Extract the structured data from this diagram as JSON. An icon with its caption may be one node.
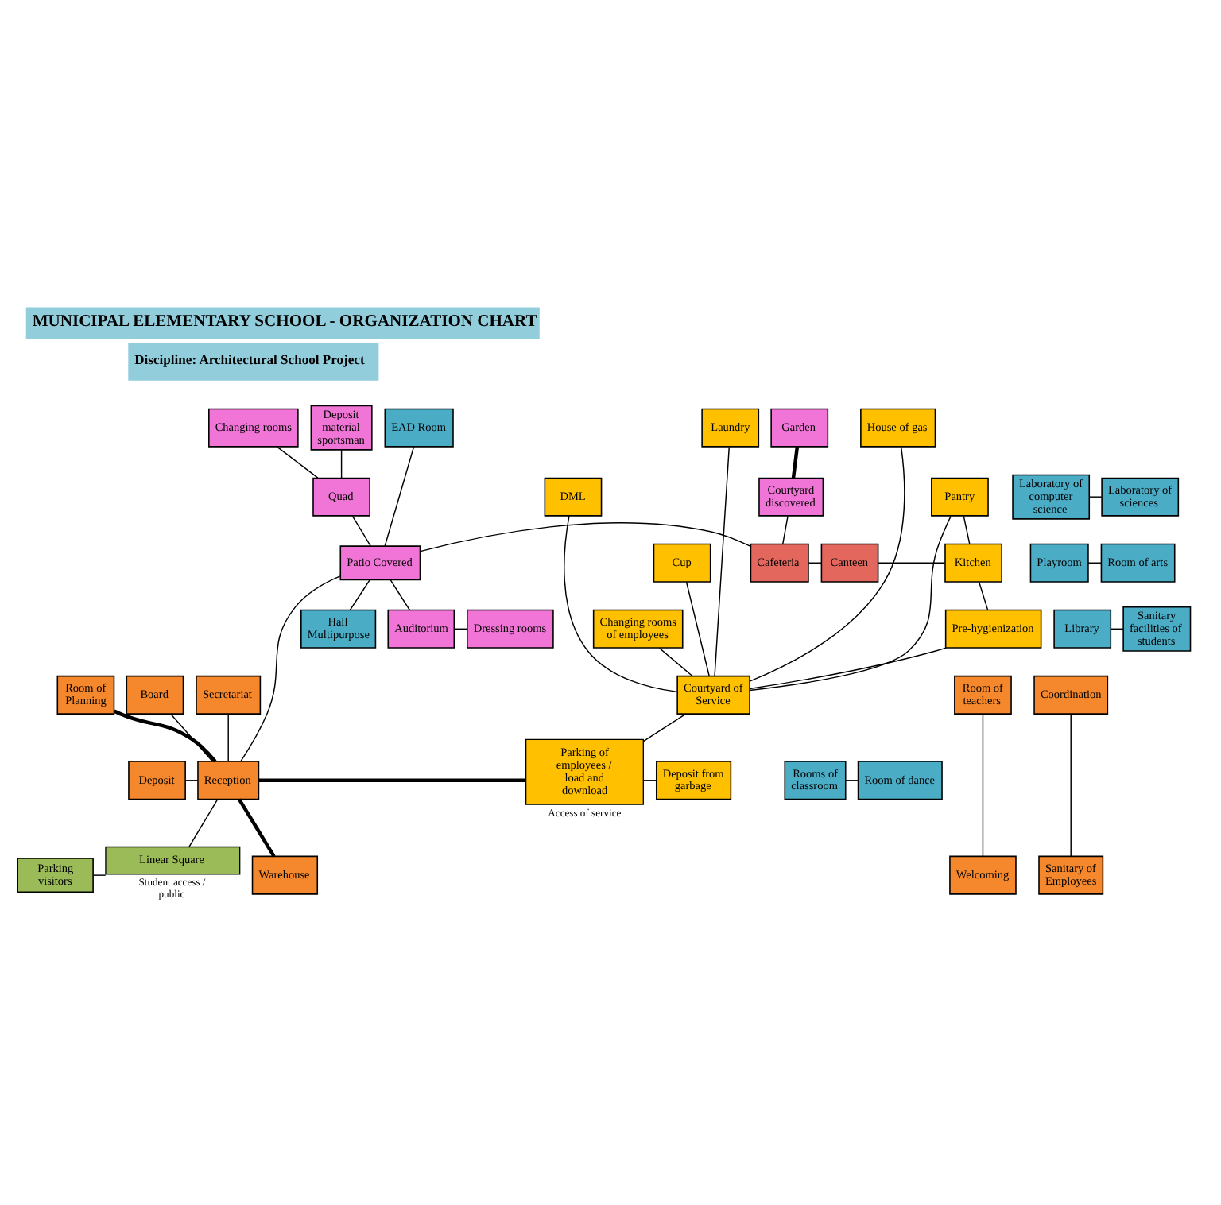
{
  "diagram": {
    "title": "MUNICIPAL ELEMENTARY SCHOOL - ORGANIZATION CHART",
    "nodes": [
      {
        "text": [
          "Deposit material sportsman"
        ]
      },
      {
        "text": [
          "EAD Room"
        ]
      },
      {
        "text": [
          "Garden"
        ]
      },
      {
        "text": [
          "Laboratory of computer science"
        ]
      },
      {
        "text": [
          "Laboratory of sciences"
        ]
      },
      {
        "text": [
          "Changing rooms"
        ]
      },
      {
        "text": [
          "Laundry"
        ]
      },
      {
        "text": [
          "House of gas"
        ]
      },
      {
        "text": [
          "Courtyard discovered"
        ]
      },
      {
        "text": [
          "Playroom"
        ]
      },
      {
        "text": [
          "Room of arts"
        ]
      },
      {
        "text": [
          "Quad"
        ]
      },
      {
        "text": [
          "Pantry"
        ]
      },
      {
        "text": [
          "DML"
        ]
      },
      {
        "text": [
          "Library"
        ]
      },
      {
        "text": [
          "Sanitary facilities of students"
        ]
      },
      {
        "text": [
          "Cafeteria"
        ]
      },
      {
        "text": [
          "Canteen"
        ]
      },
      {
        "text": [
          "Kitchen"
        ]
      },
      {
        "text": [
          "Cup"
        ]
      },
      {
        "text": [
          "Patio Covered"
        ]
      },
      {
        "text": [
          "Rooms of classroom"
        ]
      },
      {
        "text": [
          "Room of dance"
        ]
      },
      {
        "text": [
          "Pre-hygienization"
        ]
      },
      {
        "text": [
          "Changing rooms of employees"
        ]
      },
      {
        "text": [
          "Hall Multipurpose"
        ]
      },
      {
        "text": [
          "Auditorium"
        ]
      },
      {
        "text": [
          "Dressing rooms"
        ]
      },
      {
        "text": [
          "Courtyard of Service"
        ]
      },
      {
        "text": [
          "Room of Planning"
        ]
      },
      {
        "text": [
          "Room of teachers"
        ]
      },
      {
        "text": [
          "Coordination"
        ]
      },
      {
        "text": [
          "Board"
        ]
      },
      {
        "text": [
          "Secretariat"
        ]
      },
      {
        "text": [
          "Parking of employees / load and download"
        ],
        "beside": [
          "Access of service"
        ]
      },
      {
        "text": [
          "Deposit from garbage"
        ]
      },
      {
        "text": [
          "Deposit"
        ]
      },
      {
        "text": [
          "Reception"
        ]
      },
      {
        "text": [
          "Warehouse"
        ]
      },
      {
        "text": [
          "Welcoming"
        ]
      },
      {
        "text": [
          "Sanitary of Employees"
        ]
      },
      {
        "text": [
          "Parking visitors"
        ]
      },
      {
        "text": [
          "Linear Square"
        ],
        "beside": [
          "Student access / public"
        ]
      }
    ],
    "edges": [
      {
        "from": 1,
        "to": 20,
        "arrow": "none"
      },
      {
        "from": 25,
        "to": 20,
        "arrow": "none"
      },
      {
        "from": 3,
        "to": 4,
        "arrow": "none"
      },
      {
        "from": 9,
        "to": 10,
        "arrow": "none"
      },
      {
        "from": 14,
        "to": 15,
        "arrow": "none"
      },
      {
        "from": 21,
        "to": 22,
        "arrow": "none"
      },
      {
        "from": 0,
        "to": 11,
        "arrow": "none"
      },
      {
        "from": 5,
        "to": 11,
        "arrow": "none"
      },
      {
        "from": 11,
        "to": 20,
        "arrow": "none"
      },
      {
        "from": 2,
        "to": 8,
        "arrow": "none",
        "style": "thick"
      },
      {
        "from": 8,
        "to": 16,
        "arrow": "none"
      },
      {
        "from": 20,
        "to": 16,
        "arrow": "none"
      },
      {
        "from": 16,
        "to": 17,
        "arrow": "none"
      },
      {
        "from": 17,
        "to": 18,
        "arrow": "none"
      },
      {
        "from": 12,
        "to": 18,
        "arrow": "none"
      },
      {
        "from": 18,
        "to": 23,
        "arrow": "none"
      },
      {
        "from": 6,
        "to": 28,
        "arrow": "none"
      },
      {
        "from": 7,
        "to": 28,
        "arrow": "none"
      },
      {
        "from": 12,
        "to": 28,
        "arrow": "none"
      },
      {
        "from": 13,
        "to": 28,
        "arrow": "none"
      },
      {
        "from": 19,
        "to": 28,
        "arrow": "none"
      },
      {
        "from": 24,
        "to": 28,
        "arrow": "none"
      },
      {
        "from": 23,
        "to": 28,
        "arrow": "none"
      },
      {
        "from": 20,
        "to": 26,
        "arrow": "none"
      },
      {
        "from": 26,
        "to": 27,
        "arrow": "none"
      },
      {
        "from": 20,
        "to": 37,
        "arrow": "none"
      },
      {
        "from": 28,
        "to": 34,
        "arrow": "none"
      },
      {
        "from": 34,
        "to": 35,
        "arrow": "none"
      },
      {
        "from": 37,
        "to": 34,
        "arrow": "none",
        "style": "thick"
      },
      {
        "from": 32,
        "to": 37,
        "arrow": "none"
      },
      {
        "from": 33,
        "to": 37,
        "arrow": "none"
      },
      {
        "from": 36,
        "to": 37,
        "arrow": "none"
      },
      {
        "from": 29,
        "to": 37,
        "arrow": "none",
        "style": "thick"
      },
      {
        "from": 37,
        "to": 38,
        "arrow": "none",
        "style": "thick"
      },
      {
        "from": 30,
        "to": 39,
        "arrow": "none"
      },
      {
        "from": 31,
        "to": 40,
        "arrow": "none"
      },
      {
        "from": 37,
        "to": 42,
        "arrow": "none"
      },
      {
        "from": 41,
        "to": 42,
        "arrow": "none"
      }
    ],
    "labels": [
      "Discipline: Architectural School Project"
    ]
  }
}
